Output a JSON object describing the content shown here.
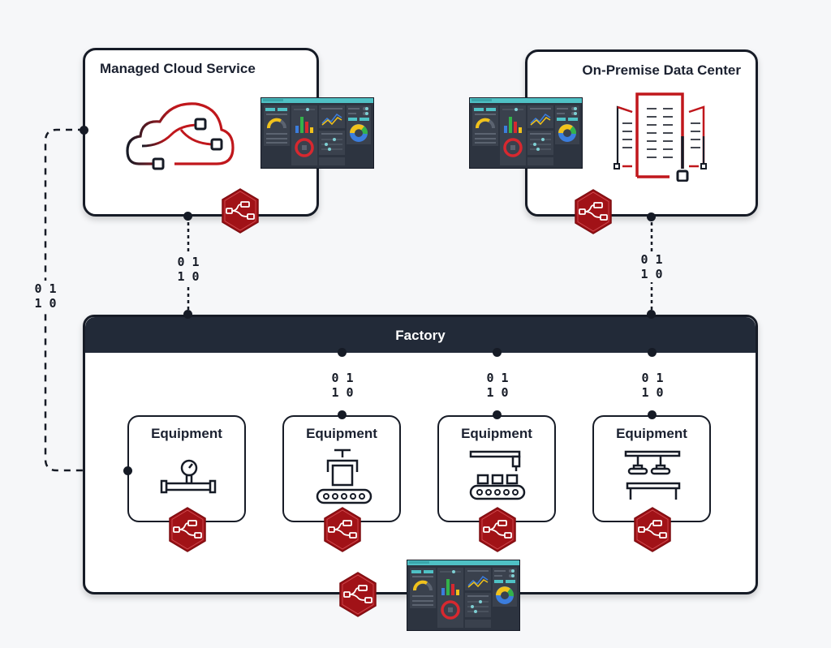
{
  "nodes": {
    "cloud": {
      "title": "Managed Cloud Service",
      "icon": "cloud-network-icon"
    },
    "datacenter": {
      "title": "On-Premise Data Center",
      "icon": "datacenter-building-icon"
    },
    "factory": {
      "title": "Factory"
    },
    "equipment": [
      {
        "title": "Equipment",
        "icon": "pressure-gauge-pipe-icon"
      },
      {
        "title": "Equipment",
        "icon": "gripper-conveyor-icon"
      },
      {
        "title": "Equipment",
        "icon": "robot-arm-conveyor-icon"
      },
      {
        "title": "Equipment",
        "icon": "pick-and-place-table-icon"
      }
    ]
  },
  "connections": {
    "binary_top": "0 1",
    "binary_bottom": "1 0"
  },
  "badges": {
    "node_red_icon": "node-red-hex-icon",
    "dashboard_icon": "dashboard-screen-icon"
  },
  "colors": {
    "accent_red": "#b4161b",
    "dark": "#161b26",
    "header": "#222a38",
    "teal": "#4fc1c5",
    "background": "#f6f7f9"
  }
}
